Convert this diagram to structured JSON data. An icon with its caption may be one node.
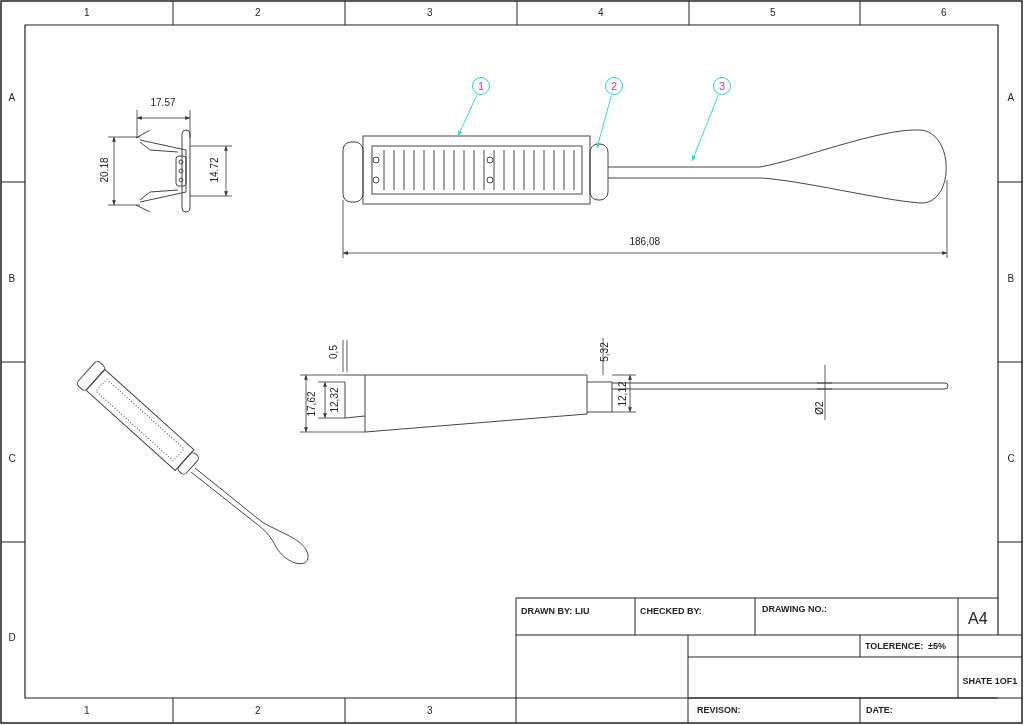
{
  "diagram": {
    "nodes": [
      {
        "text": [
          "1"
        ]
      },
      {
        "text": [
          "2"
        ]
      },
      {
        "text": [
          "3"
        ]
      }
    ],
    "edges": [
      {
        "from": 0,
        "to": null,
        "arrow": "to"
      },
      {
        "from": 1,
        "to": null,
        "arrow": "to"
      },
      {
        "from": 2,
        "to": null,
        "arrow": "to"
      }
    ],
    "labels": [
      "1",
      "2",
      "3",
      "4",
      "5",
      "6",
      "A",
      "B",
      "C",
      "D",
      "A",
      "B",
      "C",
      "17.57",
      "20.18",
      "14.72",
      "186,08",
      "0,5",
      "5,32",
      "17,62",
      "12,32",
      "12,12",
      "Ø2",
      "DRAWN BY:",
      "LIU",
      "CHECKED BY:",
      "DRAWING NO.:",
      "A4",
      "TOLERENCE:",
      "±5%",
      "SHATE 1OF1",
      "REVISON:",
      "DATE:",
      "1",
      "2",
      "3"
    ]
  }
}
